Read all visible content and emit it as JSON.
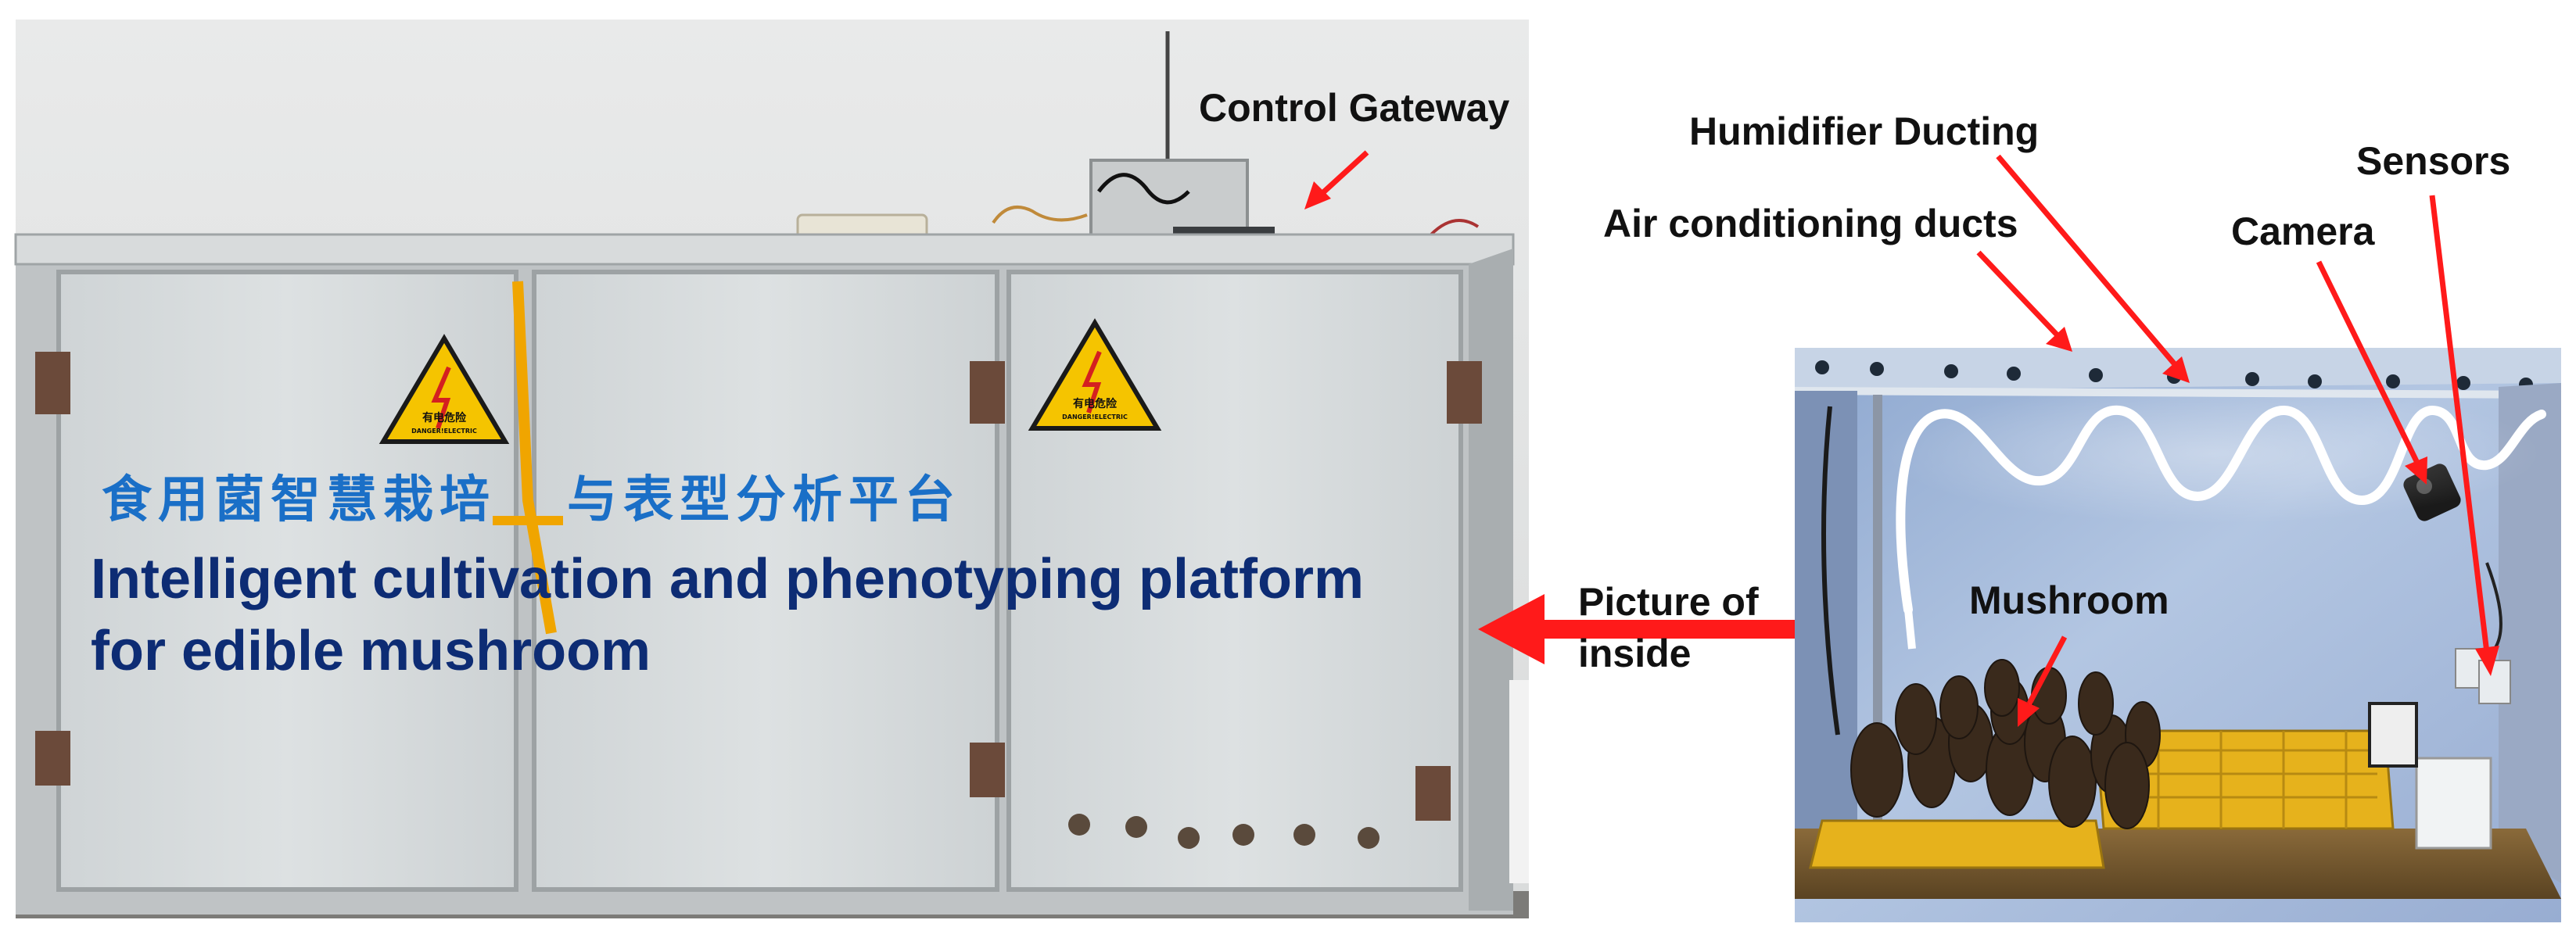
{
  "cabinet_photo": {
    "title_cn_part1": "食用菌智慧栽培",
    "title_cn_part2": "与表型分析平台",
    "title_en_line1": "Intelligent cultivation and phenotyping platform",
    "title_en_line2": "for edible mushroom",
    "warning_label_cn": "有电危险",
    "warning_label_en": "DANGER!ELECTRIC"
  },
  "callouts": {
    "control_gateway": "Control Gateway",
    "picture_of_inside_line1": "Picture of",
    "picture_of_inside_line2": "inside",
    "humidifier_ducting": "Humidifier Ducting",
    "air_conditioning_ducts": "Air conditioning ducts",
    "camera": "Camera",
    "sensors": "Sensors",
    "mushroom": "Mushroom"
  },
  "colors": {
    "arrow": "#ff1a1a",
    "title_cn": "#1a6fc7",
    "title_en": "#0d2c74",
    "cabinet_panel": "#d3d8da",
    "cabinet_frame": "#b9bdbf",
    "warning_yellow": "#f5c400",
    "interior_wall": "#a9bedb",
    "led_strip": "#ffffff",
    "tray_yellow": "#e6b21c"
  }
}
